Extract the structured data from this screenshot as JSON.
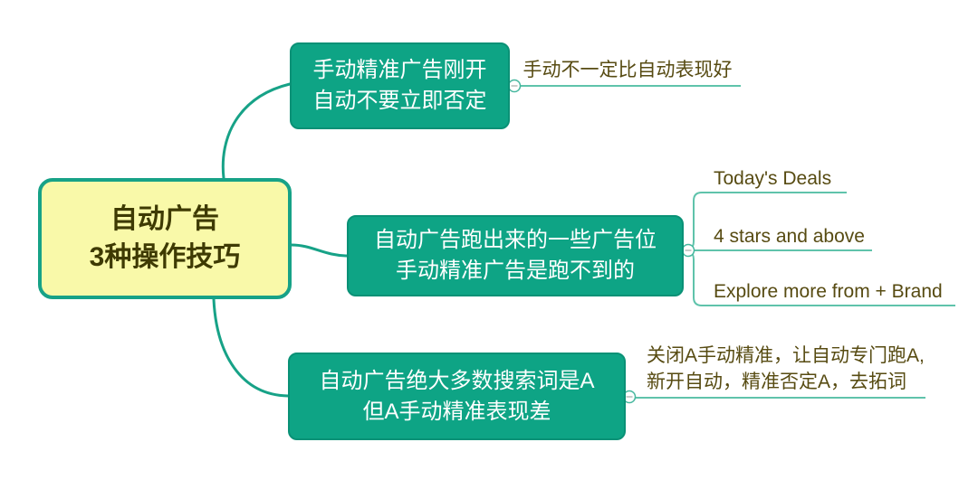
{
  "colors": {
    "branch_fill": "#0ea485",
    "branch_border": "#0a9176",
    "root_fill": "#f9f9a9",
    "root_border": "#17a287",
    "root_text": "#3e3a02",
    "branch_text": "#ffffff",
    "leaf_text": "#574b12",
    "main_line": "#17a287",
    "leaf_line": "#5fc3ab",
    "toggle_stroke": "#45b79e"
  },
  "root": {
    "line1": "自动广告",
    "line2": "3种操作技巧"
  },
  "branches": [
    {
      "line1": "手动精准广告刚开",
      "line2": "自动不要立即否定",
      "children": [
        {
          "label": "手动不一定比自动表现好"
        }
      ]
    },
    {
      "line1": "自动广告跑出来的一些广告位",
      "line2": "手动精准广告是跑不到的",
      "children": [
        {
          "label": "Today's Deals"
        },
        {
          "label": "4 stars and above"
        },
        {
          "label": "Explore more from + Brand"
        }
      ]
    },
    {
      "line1": "自动广告绝大多数搜索词是A",
      "line2": "但A手动精准表现差",
      "children": [
        {
          "label_line1": "关闭A手动精准，让自动专门跑A,",
          "label_line2": "新开自动，精准否定A，去拓词"
        }
      ]
    }
  ],
  "toggles": {
    "symbol": "−"
  }
}
